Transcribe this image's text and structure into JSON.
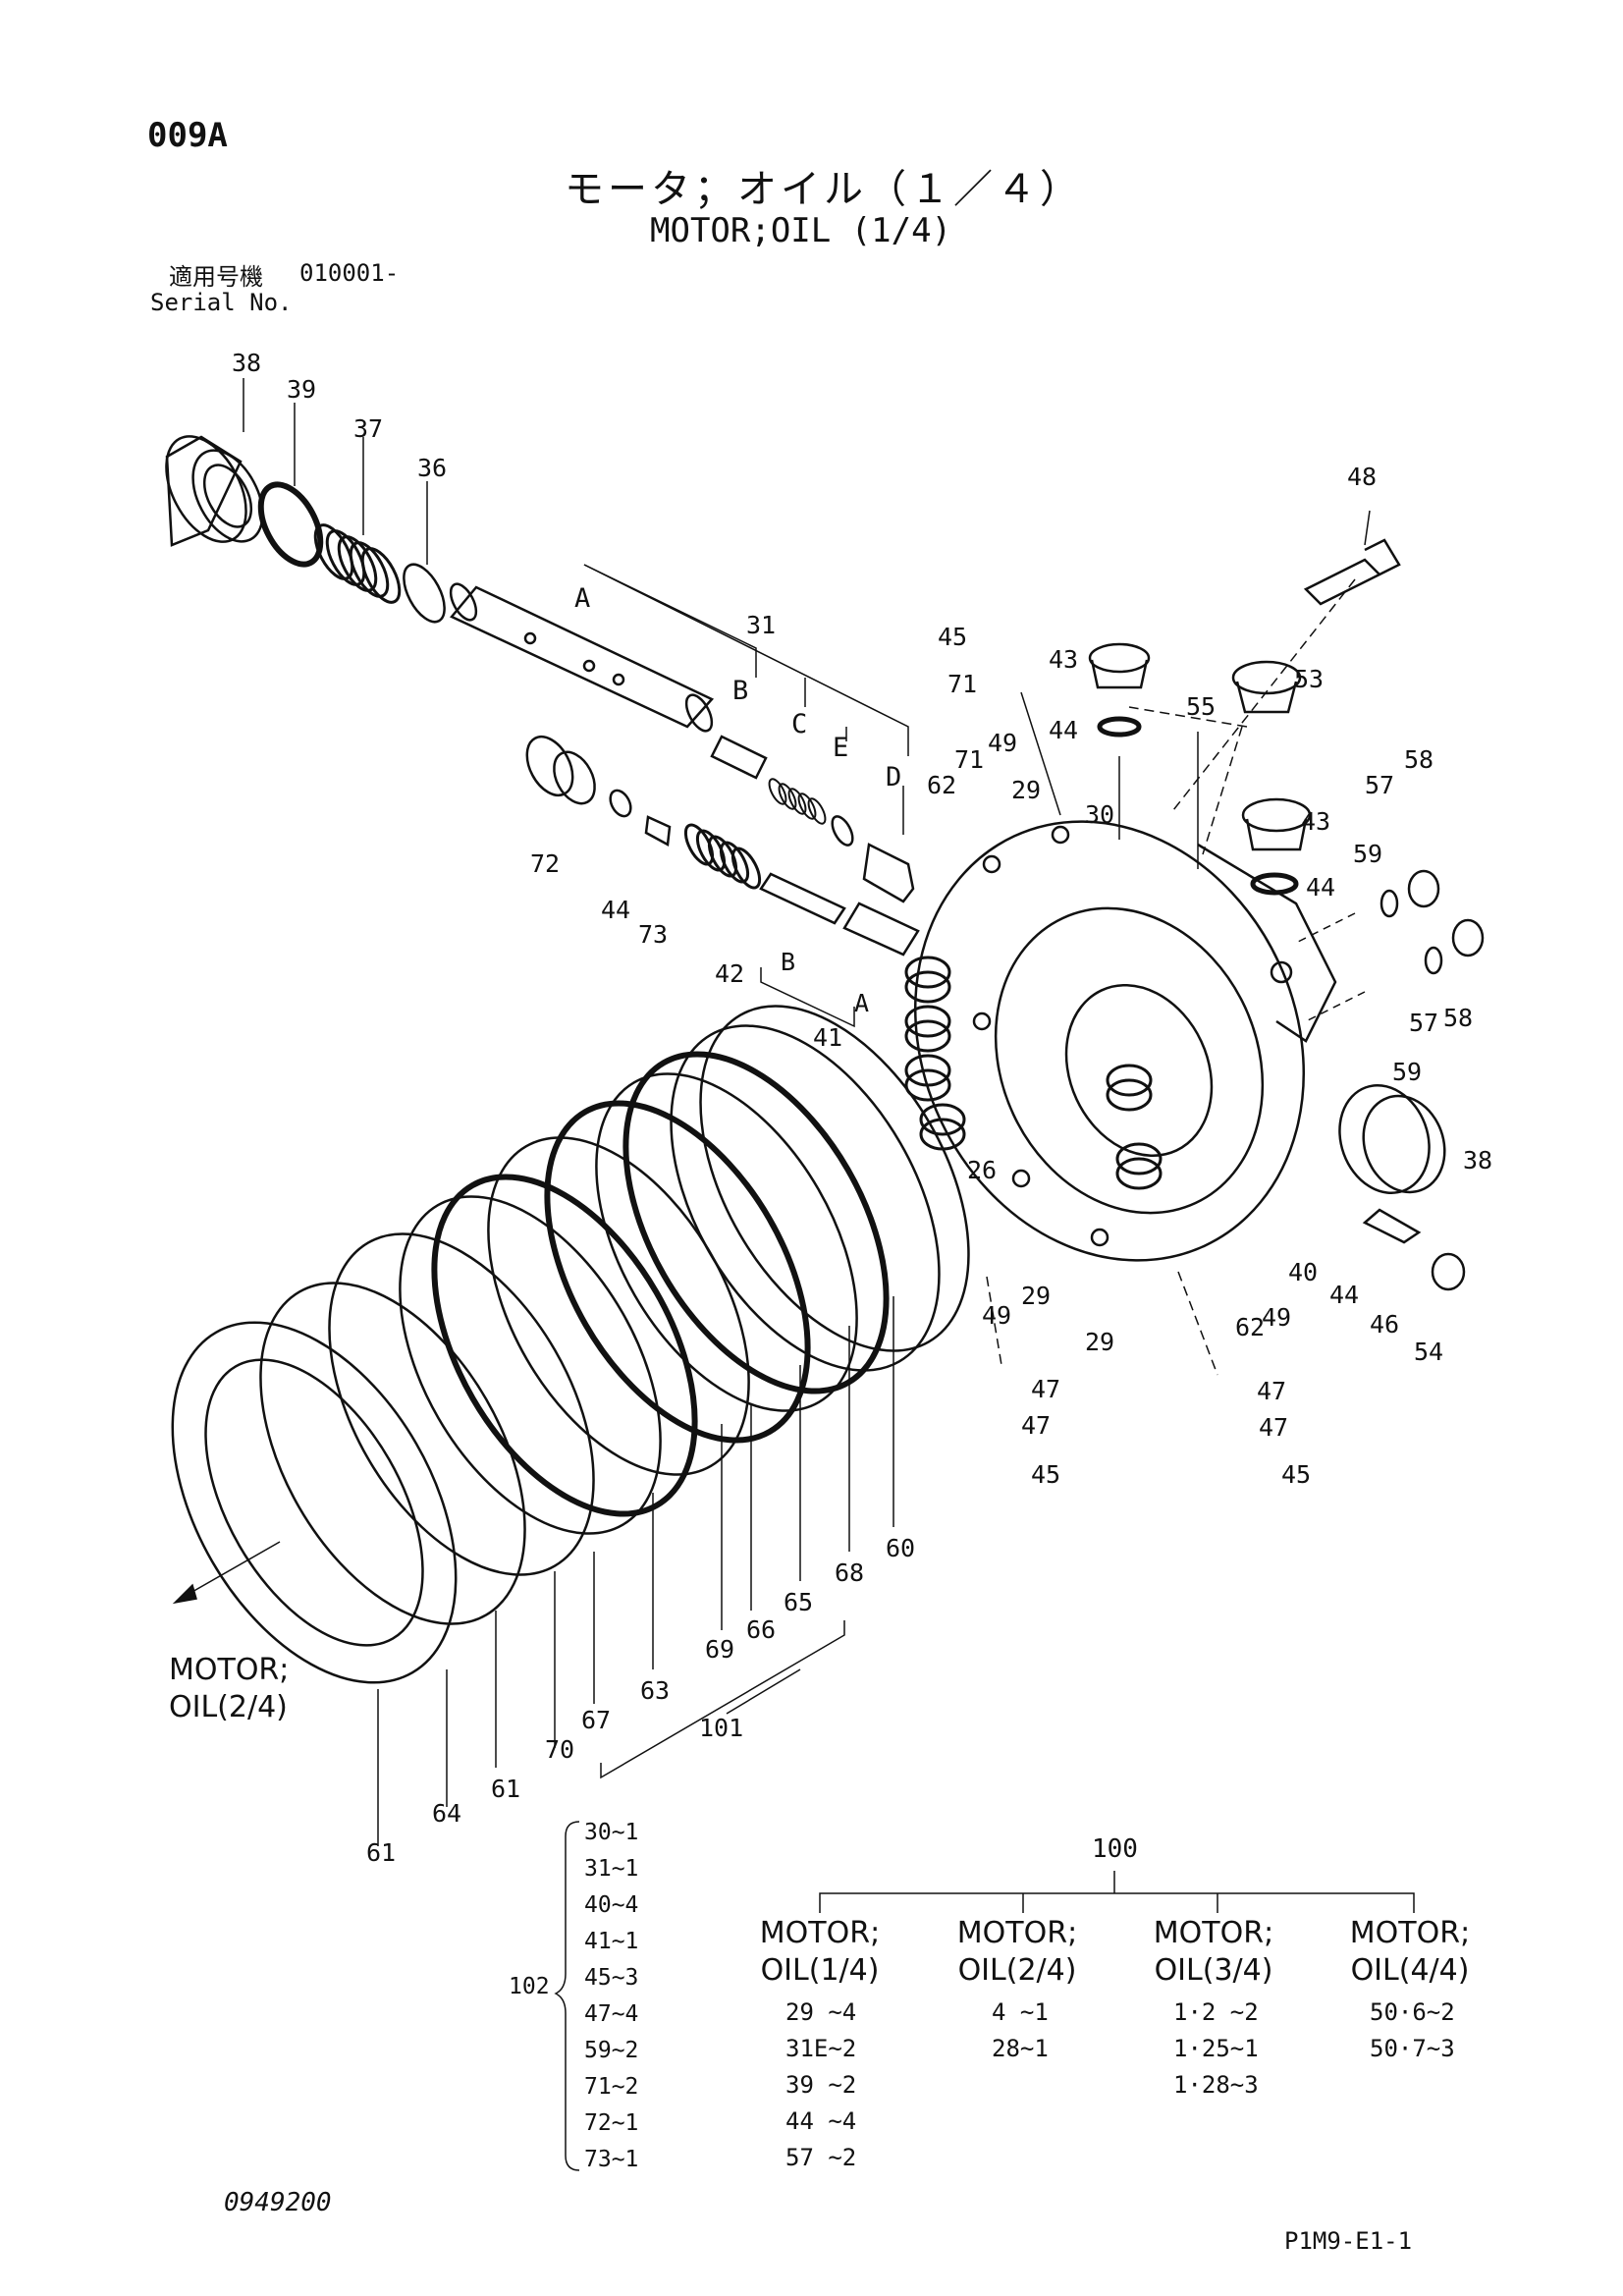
{
  "header": {
    "page_code": "009A",
    "title_jp": "モータ；オイル（１／４）",
    "title_en": "MOTOR;OIL (1/4)",
    "serial_label_jp": "適用号機",
    "serial_value": "010001-",
    "serial_label_en": "Serial No."
  },
  "diagram": {
    "callouts": [
      "38",
      "39",
      "37",
      "36",
      "31",
      "45",
      "71",
      "43",
      "44",
      "48",
      "53",
      "55",
      "30",
      "49",
      "71",
      "29",
      "62",
      "72",
      "44",
      "73",
      "42",
      "B",
      "A",
      "41",
      "57",
      "58",
      "43",
      "44",
      "59",
      "57",
      "58",
      "59",
      "38",
      "26",
      "29",
      "49",
      "62",
      "49",
      "40",
      "44",
      "46",
      "54",
      "29",
      "47",
      "47",
      "45",
      "47",
      "47",
      "45",
      "60",
      "68",
      "65",
      "66",
      "69",
      "101",
      "63",
      "67",
      "70",
      "61",
      "64",
      "61"
    ],
    "letters": [
      "A",
      "B",
      "C",
      "E",
      "D"
    ],
    "motor_link": [
      "MOTOR;",
      "OIL(2/4)"
    ]
  },
  "kit_102": {
    "label": "102",
    "items": [
      "30~1",
      "31~1",
      "40~4",
      "41~1",
      "45~3",
      "47~4",
      "59~2",
      "71~2",
      "72~1",
      "73~1"
    ]
  },
  "kit_100": {
    "label": "100",
    "columns": [
      {
        "head": [
          "MOTOR;",
          "OIL(1/4)"
        ],
        "rows": [
          "29 ~4",
          "31E~2",
          "39 ~2",
          "44 ~4",
          "57 ~2"
        ]
      },
      {
        "head": [
          "MOTOR;",
          "OIL(2/4)"
        ],
        "rows": [
          "4 ~1",
          "28~1"
        ]
      },
      {
        "head": [
          "MOTOR;",
          "OIL(3/4)"
        ],
        "rows": [
          "1·2 ~2",
          "1·25~1",
          "1·28~3"
        ]
      },
      {
        "head": [
          "MOTOR;",
          "OIL(4/4)"
        ],
        "rows": [
          "50·6~2",
          "50·7~3"
        ]
      }
    ]
  },
  "footer": {
    "drawing_no": "0949200",
    "page_id": "P1M9-E1-1"
  }
}
